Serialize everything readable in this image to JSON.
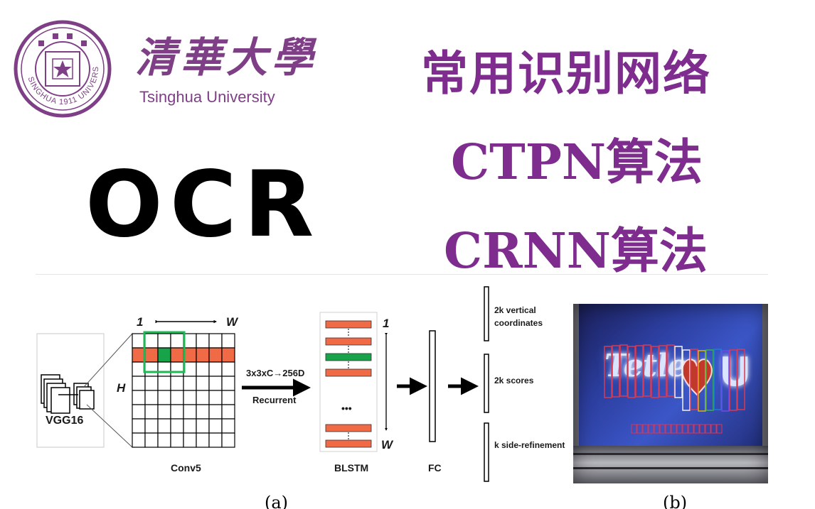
{
  "header": {
    "seal_text": "SINGHUA 1911 UNIVERSITY",
    "brand_cn": "清華大學",
    "brand_en": "Tsinghua University"
  },
  "big_title": "OCR",
  "titles": [
    "常用识别网络",
    "CTPN算法",
    "CRNN算法"
  ],
  "figure": {
    "vgg_label": "VGG16",
    "conv_label": "Conv5",
    "grid_top_1": "1",
    "grid_top_w": "W",
    "grid_side_h": "H",
    "arrow_top": "3x3xC→256D",
    "arrow_bottom": "Recurrent",
    "blstm_label": "BLSTM",
    "blstm_top": "1",
    "blstm_bottom": "W",
    "ellipsis": "•••",
    "fc_label": "FC",
    "outputs": [
      "2k vertical",
      "coordinates",
      "2k scores",
      "k side-refinement"
    ],
    "caption_a": "(a)",
    "caption_b": "(b)",
    "photo_logo": "Tetley",
    "photo_u": "U"
  },
  "colors": {
    "purple": "#7e2c8e",
    "orange": "#ef6a45",
    "green": "#16a34a"
  }
}
